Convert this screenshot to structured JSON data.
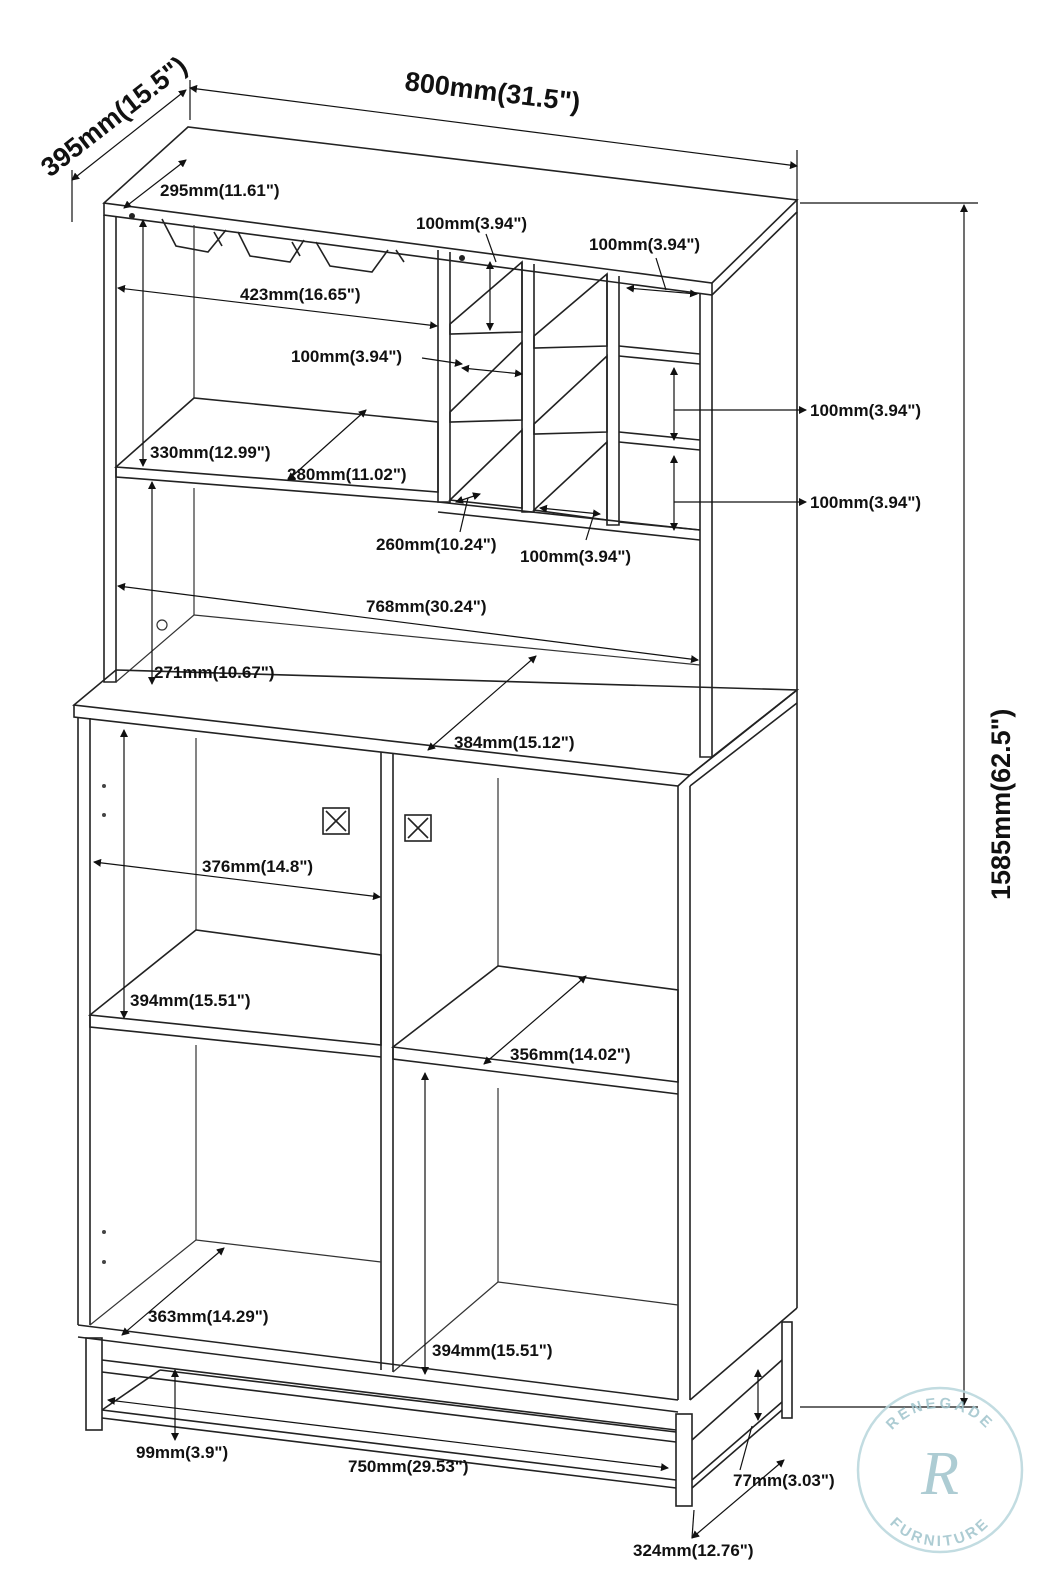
{
  "dimensions": {
    "overall_depth": "395mm(15.5\")",
    "overall_width": "800mm(31.5\")",
    "overall_height": "1585mm(62.5\")",
    "hutch_depth": "295mm(11.61\")",
    "rack_opening_top": "100mm(3.94\")",
    "rack_side_depth": "100mm(3.94\")",
    "hutch_open_width": "423mm(16.65\")",
    "rack_cell_width": "100mm(3.94\")",
    "rack_cell_height_upper": "100mm(3.94\")",
    "rack_cell_height_lower": "100mm(3.94\")",
    "upper_shelf_height": "330mm(12.99\")",
    "upper_shelf_depth": "280mm(11.02\")",
    "rack_depth": "260mm(10.24\")",
    "rack_bottom_width": "100mm(3.94\")",
    "hutch_inner_width": "768mm(30.24\")",
    "lower_open_height": "271mm(10.67\")",
    "counter_depth": "384mm(15.12\")",
    "cabinet_inner_width": "376mm(14.8\")",
    "left_upper_height": "394mm(15.51\")",
    "right_shelf_depth": "356mm(14.02\")",
    "left_bottom_depth": "363mm(14.29\")",
    "right_lower_height": "394mm(15.51\")",
    "leg_clearance": "99mm(3.9\")",
    "base_width": "750mm(29.53\")",
    "base_rail_height": "77mm(3.03\")",
    "base_depth": "324mm(12.76\")"
  },
  "watermark": {
    "top_text": "RENEGADE",
    "bottom_text": "FURNITURE",
    "monogram": "R",
    "color": "#9fc4cc"
  }
}
